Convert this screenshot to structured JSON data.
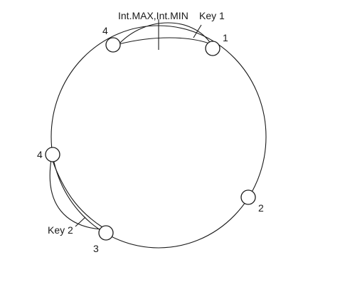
{
  "diagram": {
    "boundary_label": "Int.MAX,Int.MIN",
    "key1_label": "Key 1",
    "key2_label": "Key 2",
    "nodes": [
      {
        "id": "node-1",
        "label": "1"
      },
      {
        "id": "node-2",
        "label": "2"
      },
      {
        "id": "node-3",
        "label": "3"
      },
      {
        "id": "node-4-top",
        "label": "4"
      },
      {
        "id": "node-4-left",
        "label": "4"
      }
    ]
  }
}
